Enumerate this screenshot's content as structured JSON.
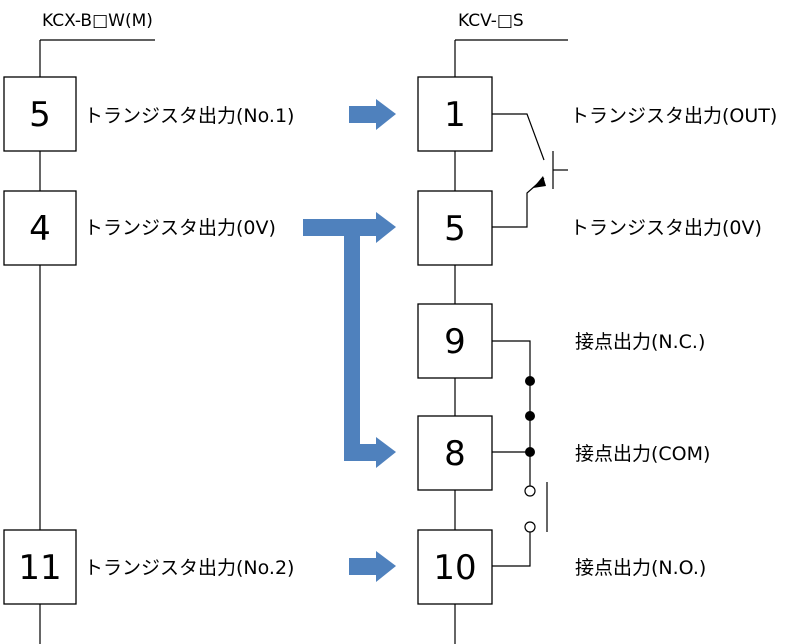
{
  "left_connector": {
    "title": "KCX-B□W(M)",
    "pins": [
      {
        "number": "5",
        "label": "トランジスタ出力(No.1)"
      },
      {
        "number": "4",
        "label": "トランジスタ出力(0V)"
      },
      {
        "number": "11",
        "label": "トランジスタ出力(No.2)"
      }
    ]
  },
  "right_connector": {
    "title": "KCV-□S",
    "pins": [
      {
        "number": "1",
        "label": "トランジスタ出力(OUT)"
      },
      {
        "number": "5",
        "label": "トランジスタ出力(0V)"
      },
      {
        "number": "9",
        "label": "接点出力(N.C.)"
      },
      {
        "number": "8",
        "label": "接点出力(COM)"
      },
      {
        "number": "10",
        "label": "接点出力(N.O.)"
      }
    ]
  },
  "colors": {
    "arrow": "#4f81bd",
    "line": "#000000",
    "box_fill": "#ffffff"
  }
}
